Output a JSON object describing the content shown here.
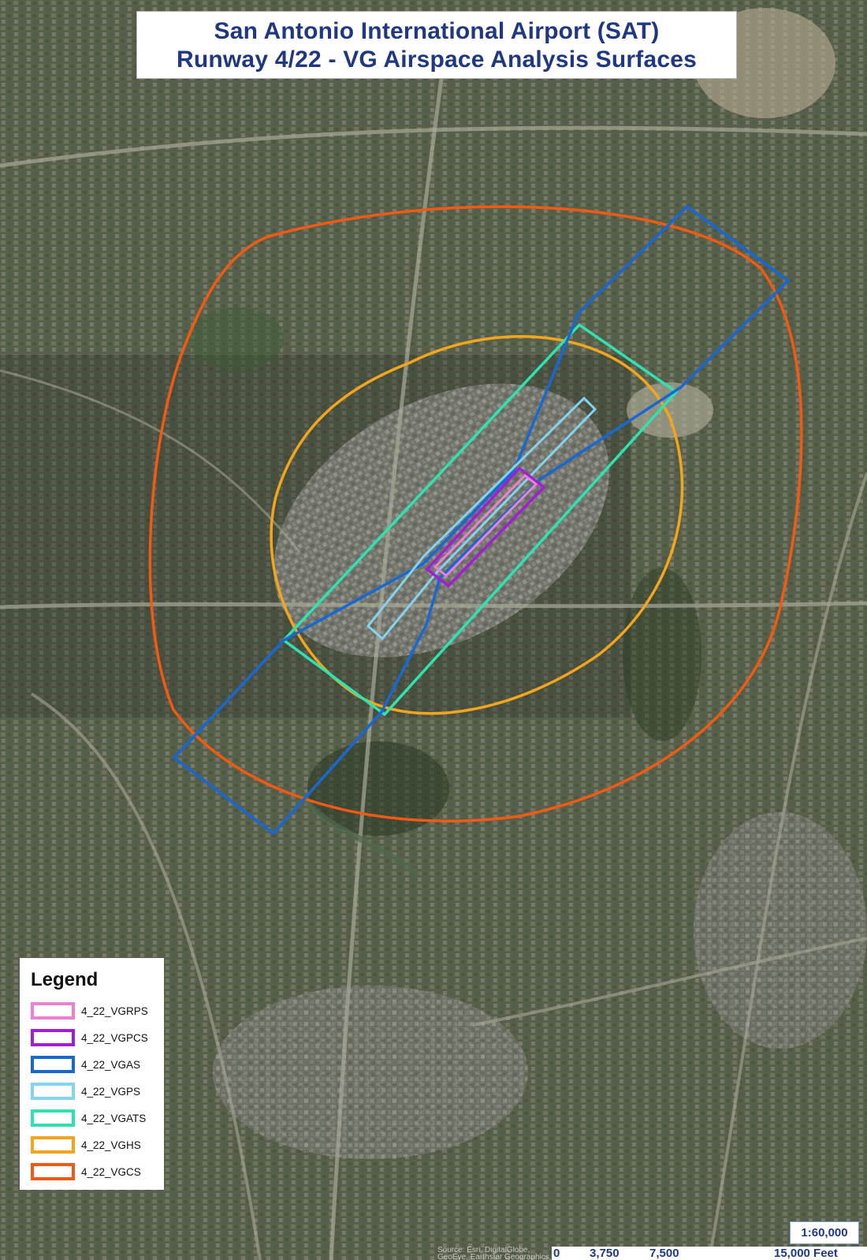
{
  "title": {
    "line1": "San Antonio International Airport (SAT)",
    "line2": "Runway 4/22 - VG Airspace Analysis Surfaces"
  },
  "legend": {
    "title": "Legend",
    "items": [
      {
        "label": "4_22_VGRPS",
        "color": "#ec7fd6"
      },
      {
        "label": "4_22_VGPCS",
        "color": "#a21ed6"
      },
      {
        "label": "4_22_VGAS",
        "color": "#1768d4"
      },
      {
        "label": "4_22_VGPS",
        "color": "#83d4f0"
      },
      {
        "label": "4_22_VGATS",
        "color": "#2ee3b0"
      },
      {
        "label": "4_22_VGHS",
        "color": "#f3a51c"
      },
      {
        "label": "4_22_VGCS",
        "color": "#f05a12"
      }
    ]
  },
  "scale": {
    "ratio": "1:60,000",
    "ticks": [
      "0",
      "3,750",
      "7,500",
      "15,000 Feet"
    ]
  },
  "source_text": "Source: Esri, DigitalGlobe, GeoEye, Earthstar Geographics, CNES/Airbus DS, USDA, USGS, AeroGRID, IGN, and the GIS User Community"
}
